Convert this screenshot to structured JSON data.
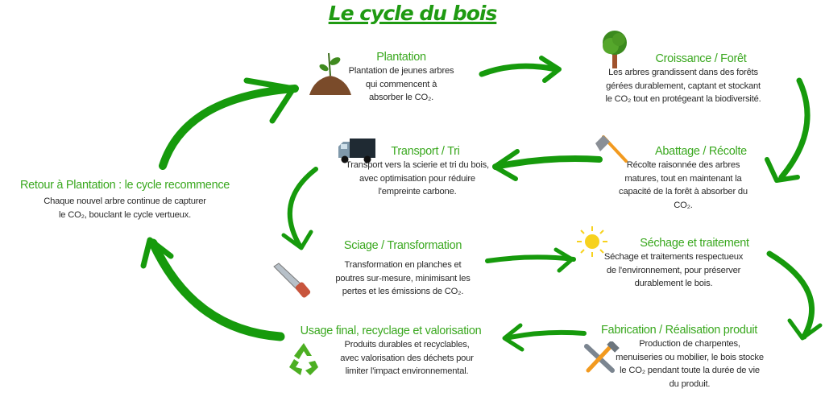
{
  "title": "Le cycle du bois",
  "colors": {
    "arrow": "#169a0c",
    "step_title": "#3aa81f",
    "text": "#2a2a2a"
  },
  "steps": {
    "plantation": {
      "title": "Plantation",
      "desc": "Plantation de jeunes arbres\nqui commencent à\nabsorber le CO₂.",
      "icon": "sprout-icon"
    },
    "croissance": {
      "title": "Croissance / Forêt",
      "desc": "Les arbres grandissent dans des forêts\ngérées durablement, captant et stockant\nle CO₂ tout en protégeant la biodiversité.",
      "icon": "tree-icon"
    },
    "abattage": {
      "title": "Abattage / Récolte",
      "desc": "Récolte raisonnée des arbres\nmatures, tout en maintenant la\ncapacité de la forêt à absorber du\nCO₂.",
      "icon": "axe-icon"
    },
    "transport": {
      "title": "Transport / Tri",
      "desc": "Transport vers la scierie et tri du bois,\navec optimisation pour réduire\nl'empreinte carbone.",
      "icon": "truck-icon"
    },
    "sciage": {
      "title": "Sciage / Transformation",
      "desc": "Transformation en planches et\npoutres sur-mesure, minimisant les\npertes et les émissions de CO₂.",
      "icon": "saw-icon"
    },
    "sechage": {
      "title": "Séchage et traitement",
      "desc": "Séchage et traitements respectueux\nde l'environnement, pour préserver\ndurablement le bois.",
      "icon": "sun-icon"
    },
    "fabrication": {
      "title": "Fabrication / Réalisation produit",
      "desc": "Production de charpentes,\nmenuiseries ou mobilier, le bois stocke\nle CO₂ pendant toute la durée de vie\ndu produit.",
      "icon": "tools-icon"
    },
    "usage": {
      "title": "Usage final, recyclage et valorisation",
      "desc": "Produits durables et recyclables,\navec valorisation des déchets pour\nlimiter l'impact environnemental.",
      "icon": "recycle-icon"
    },
    "retour": {
      "title": "Retour à Plantation : le cycle recommence",
      "desc": "Chaque nouvel arbre continue de capturer\nle CO₂, bouclant le cycle vertueux."
    }
  }
}
